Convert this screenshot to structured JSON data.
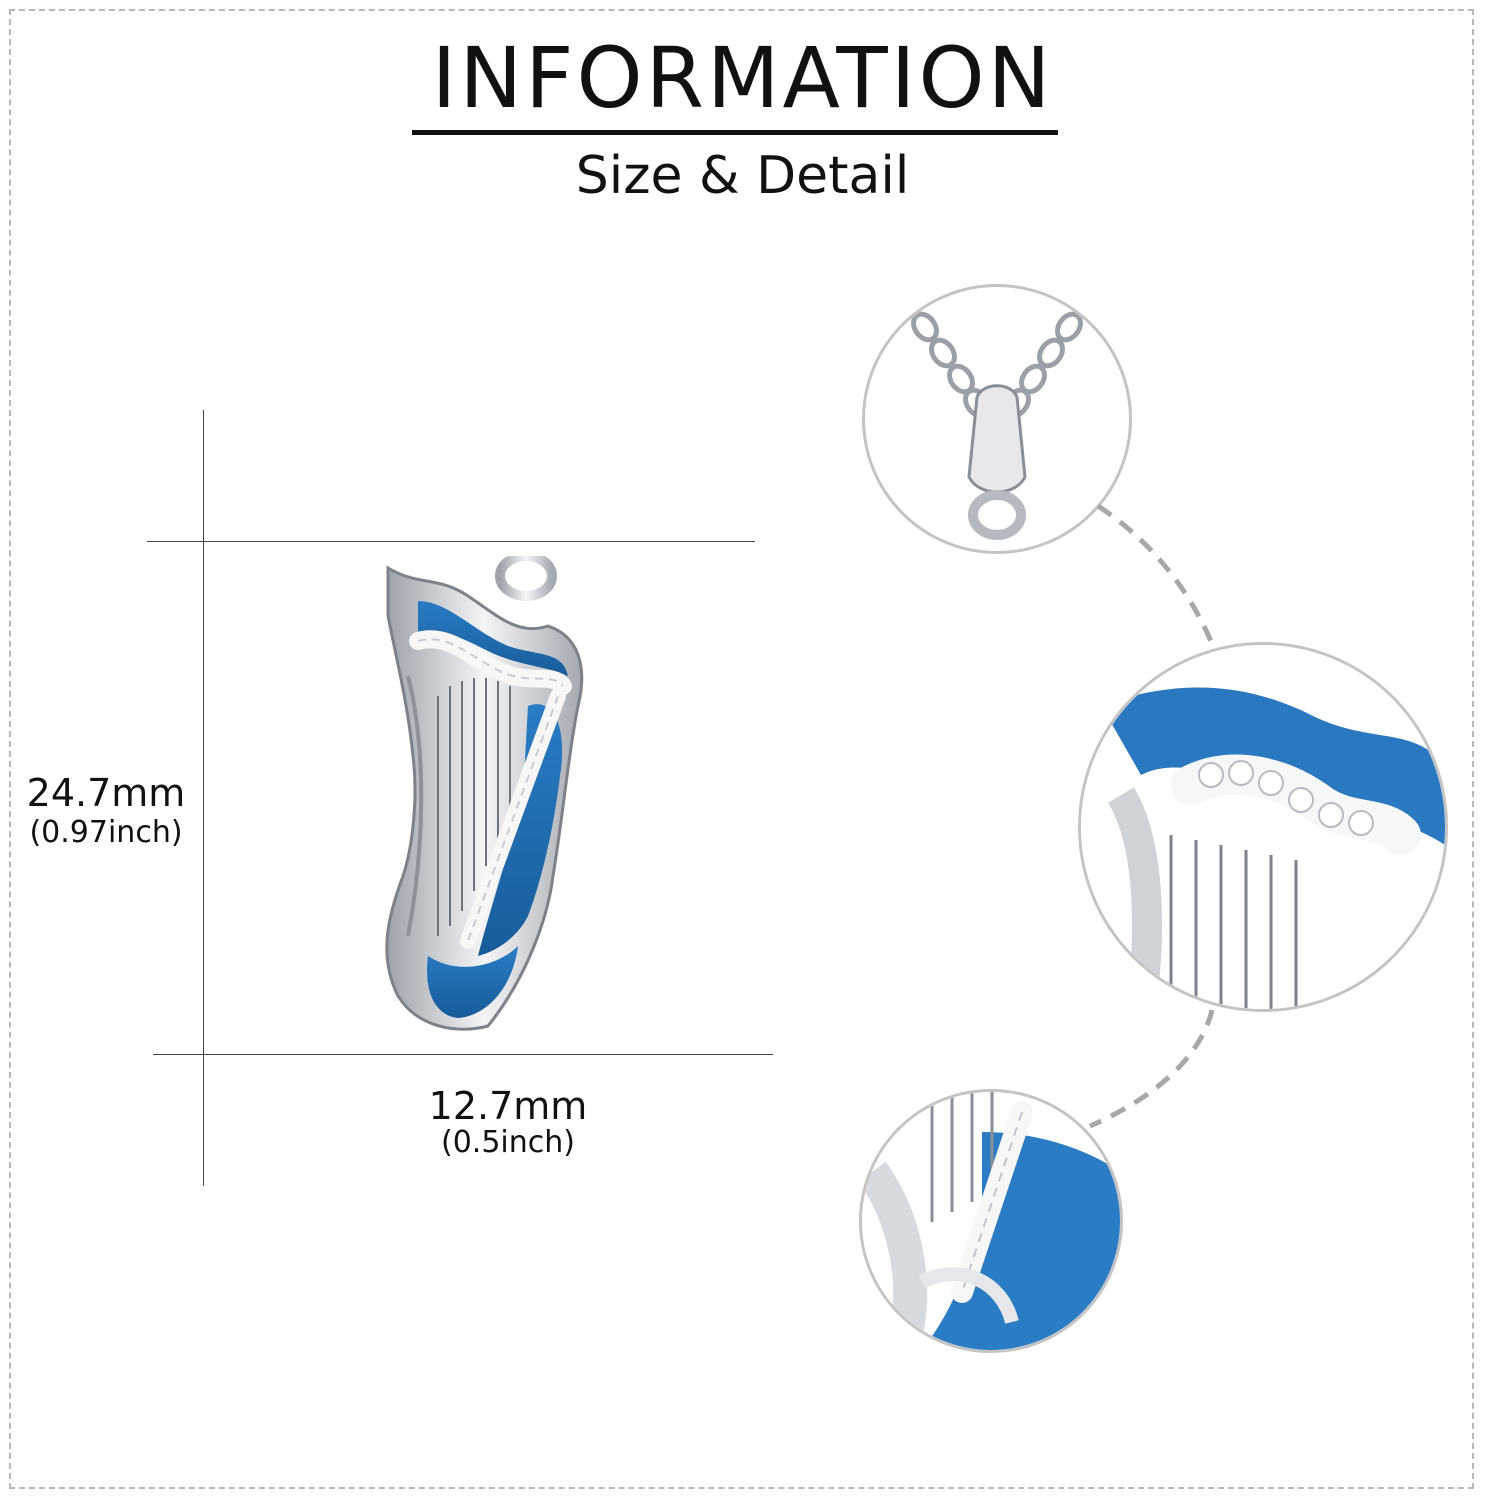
{
  "header": {
    "title": "INFORMATION",
    "subtitle": "Size & Detail"
  },
  "dimensions": {
    "height_mm": "24.7mm",
    "height_inch": "(0.97inch)",
    "width_mm": "12.7mm",
    "width_inch": "(0.5inch)"
  },
  "product": {
    "image": "harp-pendant-image",
    "details": [
      "bail-and-chain-detail",
      "harp-top-detail",
      "harp-bottom-detail"
    ]
  },
  "colors": {
    "enamel_blue": "#1f6fb5",
    "silver": "#d8dbe0",
    "dashed_connector": "#a8a8a8"
  }
}
